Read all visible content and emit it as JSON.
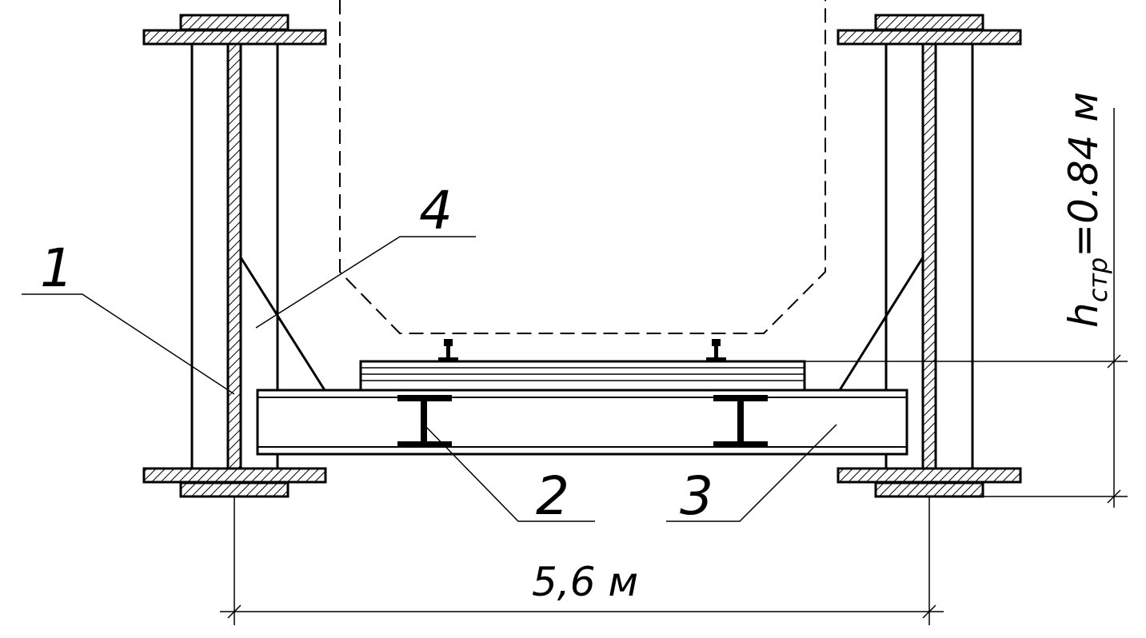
{
  "labels": {
    "callout_1": "1",
    "callout_2": "2",
    "callout_3": "3",
    "callout_4": "4"
  },
  "dimensions": {
    "span": "5,6 м",
    "height_prefix": "h",
    "height_subscript": "стр",
    "height_value": "=0.84 м"
  },
  "colors": {
    "ink": "#000000",
    "paper": "#ffffff"
  }
}
